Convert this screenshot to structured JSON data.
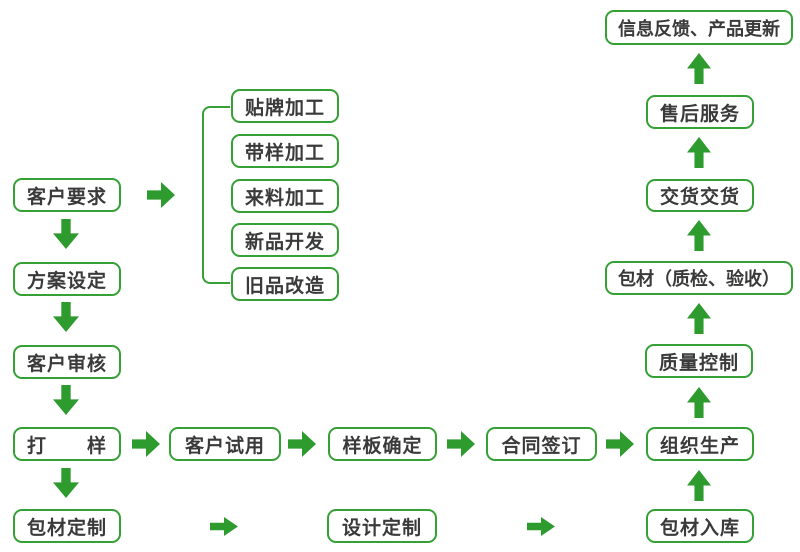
{
  "diagram": {
    "colors": {
      "box_border_green": "#35a135",
      "arrow_green": "#2e9b2e",
      "text_gray": "#3a3a3a",
      "background": "#ffffff"
    },
    "nodes": {
      "customer_requirements": "客户要求",
      "plan_setting": "方案设定",
      "customer_review": "客户审核",
      "sampling": "打　　样",
      "packaging_customization": "包材定制",
      "oem_processing": "贴牌加工",
      "sample_based_processing": "带样加工",
      "supplied_material_processing": "来料加工",
      "new_product_development": "新品开发",
      "old_product_renovation": "旧品改造",
      "customer_trial": "客户试用",
      "sample_confirmation": "样板确定",
      "contract_signing": "合同签订",
      "organize_production": "组织生产",
      "design_customization": "设计定制",
      "packaging_warehousing": "包材入库",
      "quality_control": "质量控制",
      "packaging_inspection_acceptance": "包材（质检、验收）",
      "delivery": "交货交货",
      "after_sales_service": "售后服务",
      "feedback_product_update": "信息反馈、产品更新"
    }
  }
}
